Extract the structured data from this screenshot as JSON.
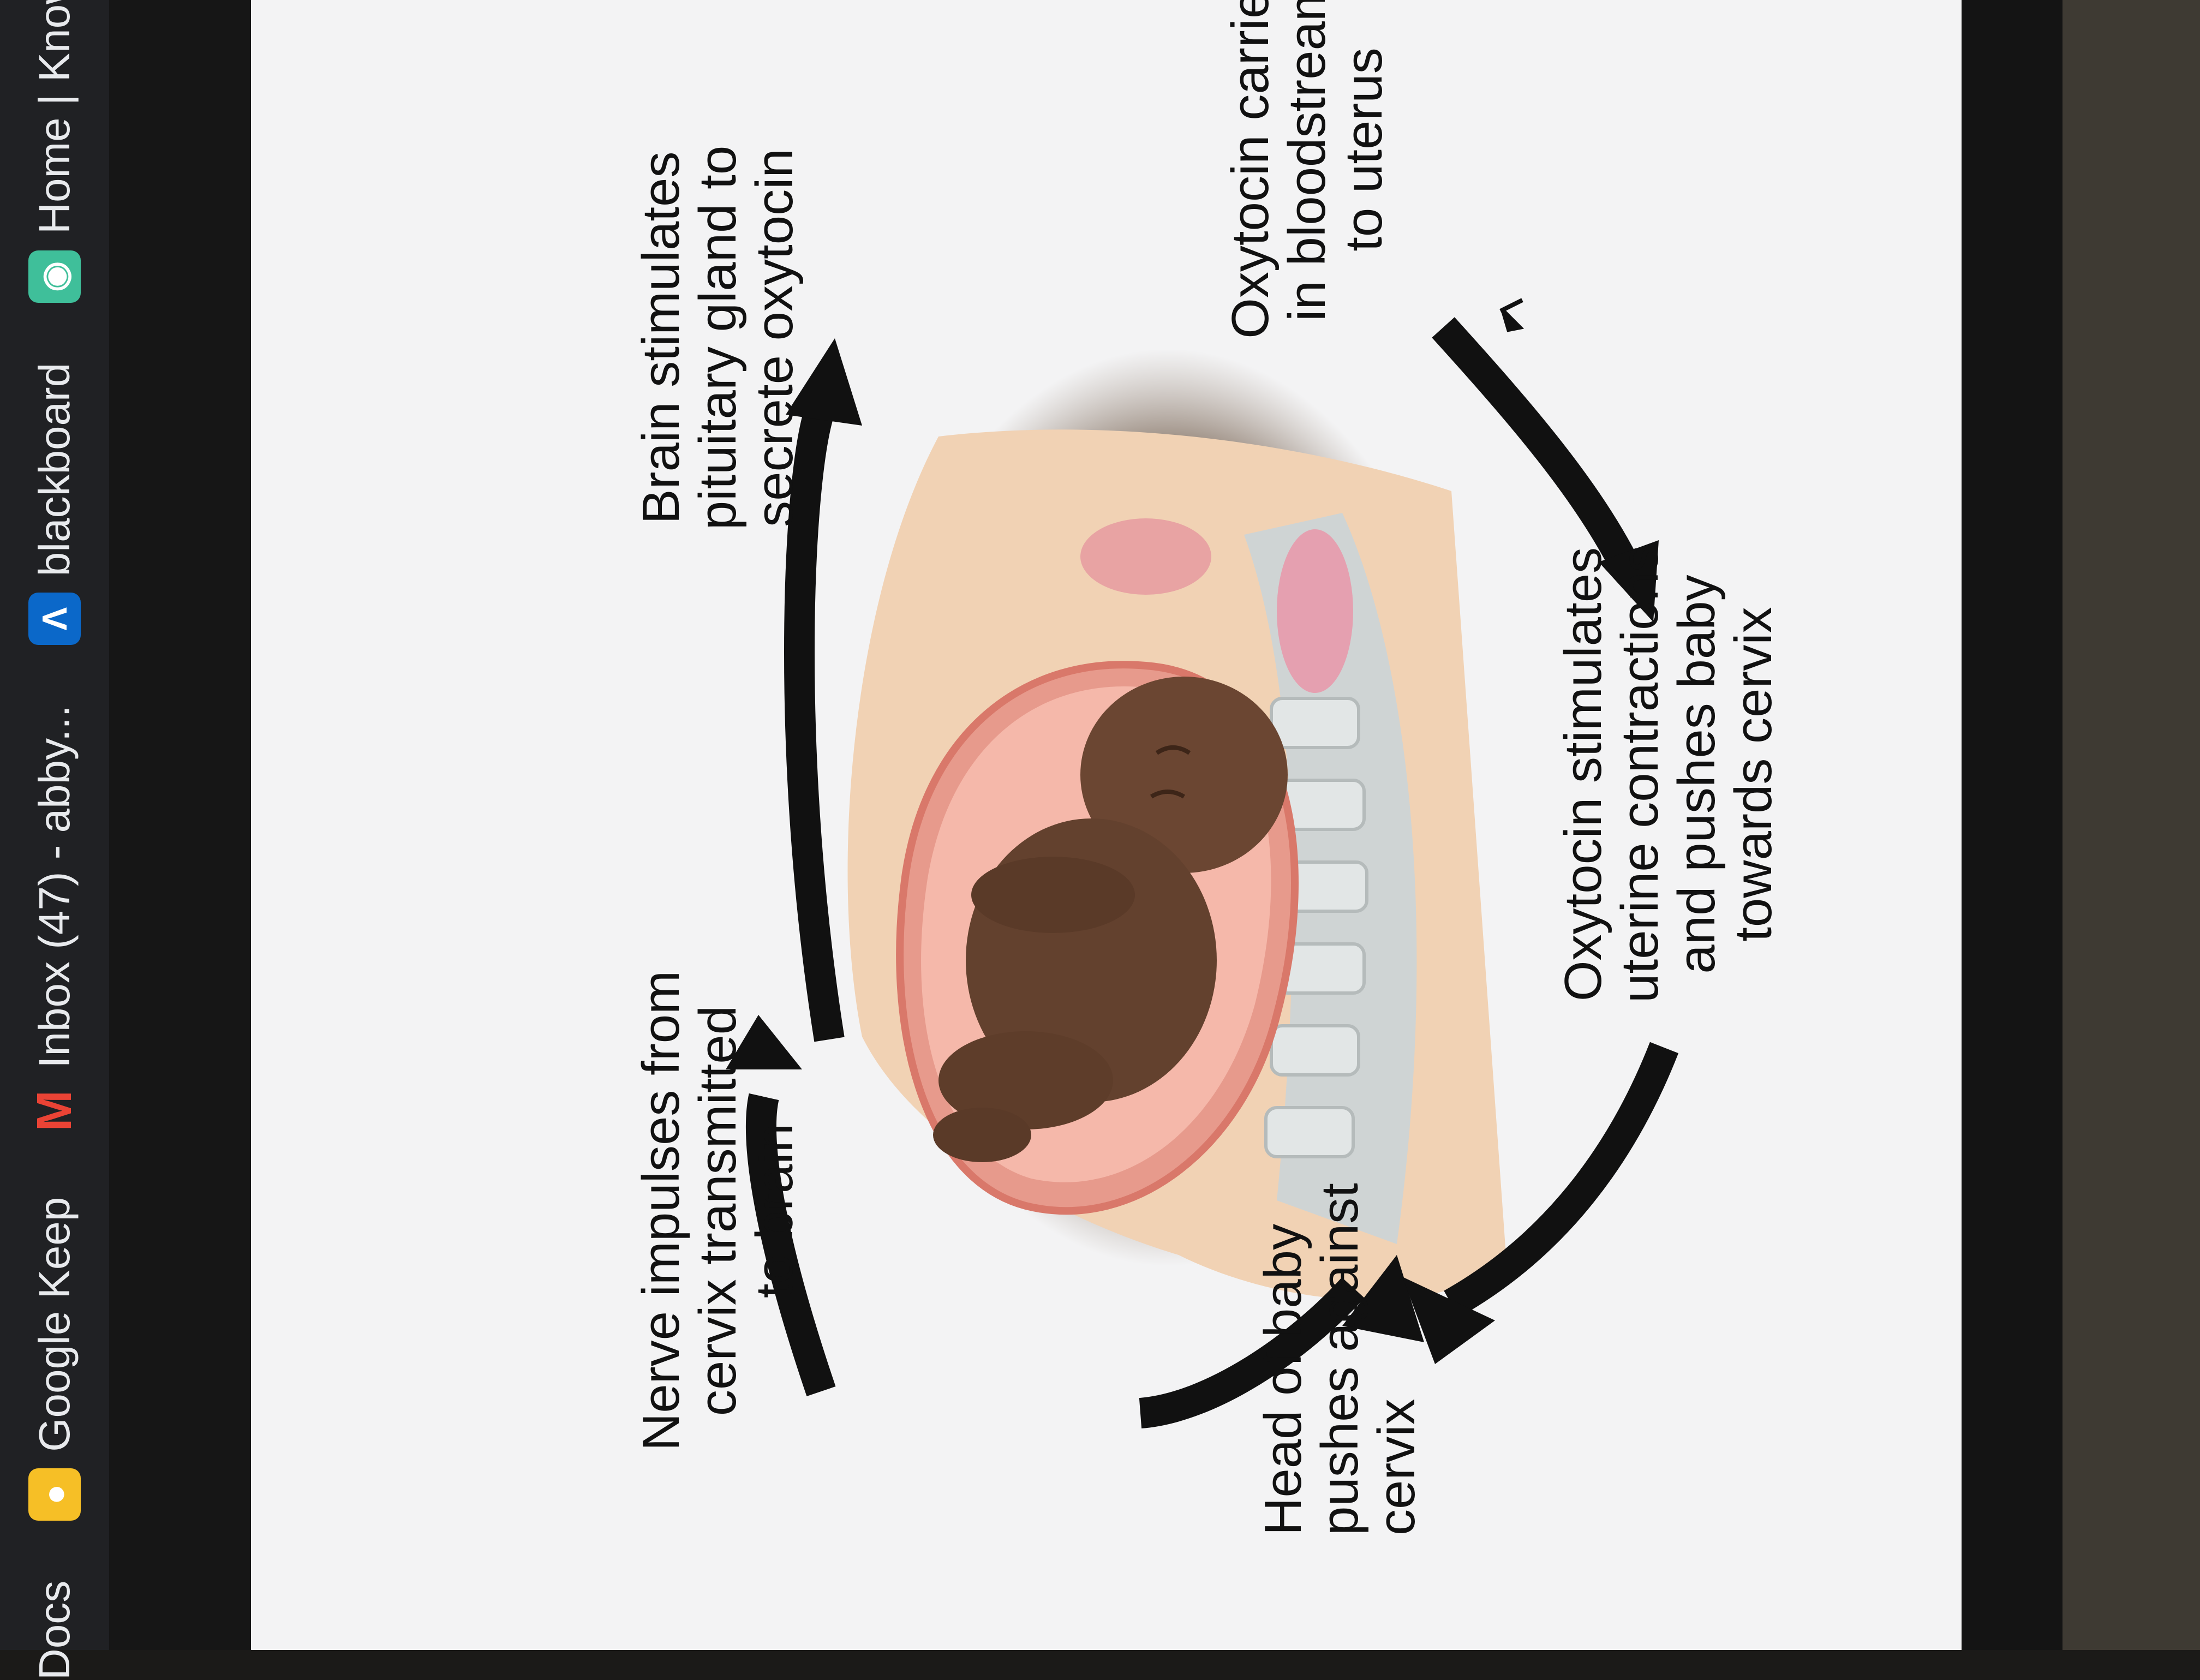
{
  "bookmarks": [
    {
      "label": "Docs",
      "icon": "docs-icon"
    },
    {
      "label": "Google Keep",
      "icon": "google-keep-icon",
      "color": "#f6bf26"
    },
    {
      "label": "Inbox (47) - abby...",
      "icon": "gmail-icon",
      "color": "#ea4335"
    },
    {
      "label": "blackboard",
      "icon": "blackboard-icon",
      "color": "#0b68c9"
    },
    {
      "label": "Home | Knowt",
      "icon": "knowt-icon",
      "color": "#3fbf9a"
    }
  ],
  "diagram": {
    "steps": [
      {
        "id": "brain",
        "lines": [
          "Brain stimulates",
          "pituitary gland to",
          "secrete oxytocin"
        ]
      },
      {
        "id": "bloodstream",
        "lines": [
          "Oxytocin carried",
          "in bloodstream",
          "to uterus"
        ]
      },
      {
        "id": "contractions",
        "lines": [
          "Oxytocin stimulates",
          "uterine contractions",
          "and pushes baby",
          "towards cervix"
        ]
      },
      {
        "id": "cervix",
        "lines": [
          "Head of baby",
          "pushes against",
          "cervix"
        ]
      },
      {
        "id": "nerve",
        "lines": [
          "Nerve impulses from",
          "cervix transmitted",
          "to brain"
        ]
      }
    ]
  },
  "colors": {
    "arrow": "#111111",
    "slide_bg": "#f3f3f4",
    "skin": "#6b4632",
    "uterus": "#e79a8c",
    "body": "#f1d2b4",
    "spine": "#cdd2d2"
  }
}
